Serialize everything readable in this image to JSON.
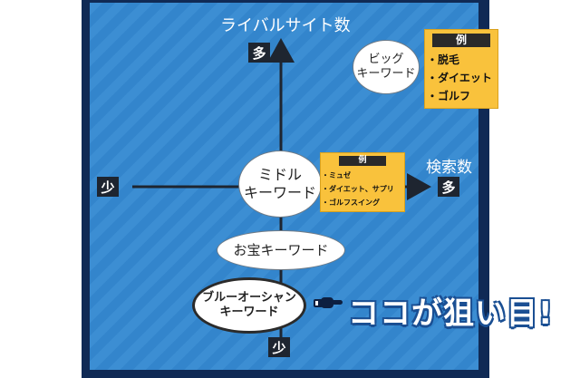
{
  "axes": {
    "y_title": "ライバルサイト数",
    "y_high": "多",
    "y_low": "少",
    "x_title": "検索数",
    "x_high": "多",
    "x_low": "少"
  },
  "ovals": {
    "big": [
      "ビッグ",
      "キーワード"
    ],
    "middle": [
      "ミドル",
      "キーワード"
    ],
    "treasure": "お宝キーワード",
    "blue_ocean": [
      "ブルーオーシャン",
      "キーワード"
    ]
  },
  "examples": {
    "big": {
      "header": "例",
      "items": [
        "脱毛",
        "ダイエット",
        "ゴルフ"
      ]
    },
    "middle": {
      "header": "例",
      "items": [
        "ミュゼ",
        "ダイエット、サプリ",
        "ゴルフスイング"
      ]
    }
  },
  "callout": {
    "text": "ココが狙い目!"
  },
  "colors": {
    "frame": "#102a55",
    "panel": "#3c8ed3",
    "note": "#f9c23c",
    "badge": "#1e2530"
  },
  "icons": [
    "pointing-hand-icon"
  ]
}
